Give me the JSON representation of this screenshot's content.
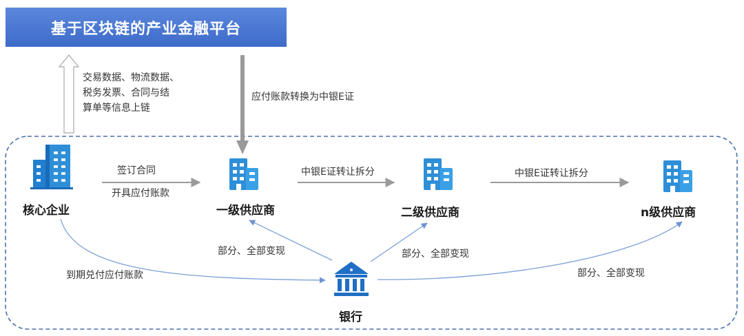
{
  "platform": {
    "title": "基于区块链的产业金融平台"
  },
  "uplink": {
    "lines": [
      "交易数据、物流数据、",
      "税务发票、合同与结",
      "算单等信息上链"
    ]
  },
  "conversion": {
    "label": "应付账款转换为中银E证"
  },
  "nodes": {
    "core": "核心企业",
    "tier1": "一级供应商",
    "tier2": "二级供应商",
    "tiern": "n级供应商",
    "bank": "银行"
  },
  "flows": {
    "contract_top": "签订合同",
    "contract_bottom": "开具应付账款",
    "transfer_1": "中银E证转让拆分",
    "transfer_2": "中银E证转让拆分",
    "cash_1": "部分、全部变现",
    "cash_2": "部分、全部变现",
    "cash_n": "部分、全部变现",
    "settle": "到期兑付应付账款"
  },
  "colors": {
    "title_bg": "#4a78d4",
    "icon_blue": "#2e8fd8",
    "bank_blue": "#1f6fc4",
    "flow_gray": "#9a9a9a",
    "curve_blue": "#7a9fd6",
    "frame_dash": "#4a6fa8"
  },
  "icons": {
    "core": "office-building-icon",
    "supplier": "building-icon",
    "bank": "bank-icon"
  }
}
